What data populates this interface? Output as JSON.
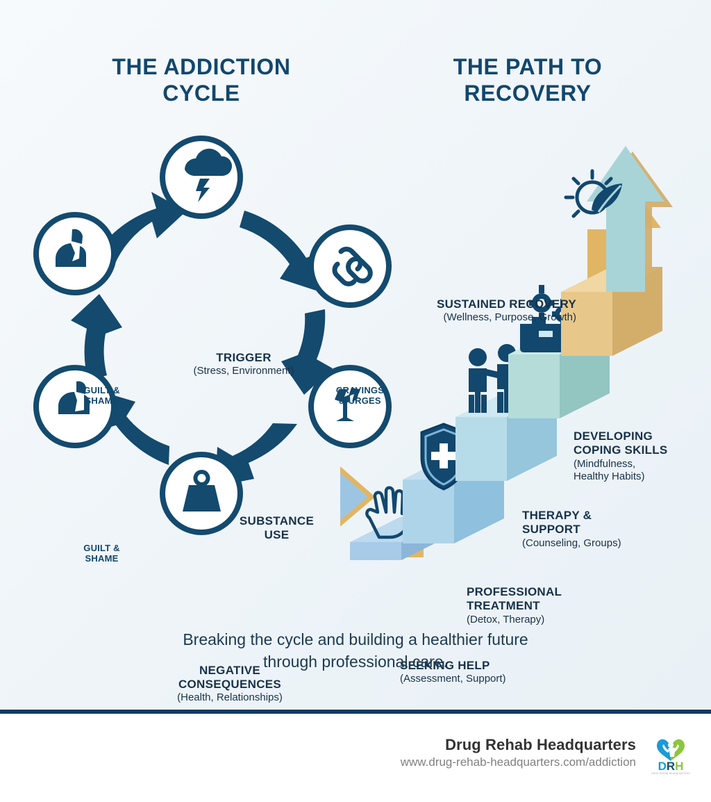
{
  "colors": {
    "deep_navy": "#12476e",
    "cycle_arrow": "#134a6e",
    "text_dark": "#17324a",
    "gold": "#e0b665",
    "step_light": "#a7cbe8",
    "step_mid": "#bcdcea",
    "step_teal": "#b5dcd8",
    "step_gold": "#e8c88a",
    "arrow_break": "#8fbedf",
    "divider": "#0d3c63",
    "footer_name": "#333333",
    "footer_url": "#808080",
    "logo_blue": "#1b9ad6",
    "logo_green": "#8cc63f",
    "logo_navy": "#16506e"
  },
  "left_panel": {
    "title_line1": "THE ADDICTION",
    "title_line2": "CYCLE",
    "nodes": [
      {
        "id": "trigger",
        "icon": "storm-cloud-icon",
        "label": ""
      },
      {
        "id": "cravings",
        "icon": "chain-link-icon",
        "label": "CRAVINGS\n& URGES"
      },
      {
        "id": "substance",
        "icon": "broken-glass-icon",
        "label": ""
      },
      {
        "id": "negative",
        "icon": "heavy-weight-icon",
        "label": ""
      },
      {
        "id": "guilt-2",
        "icon": "person-head-down-icon",
        "label": "GUILT &\nSHAME"
      },
      {
        "id": "guilt-1",
        "icon": "person-hands-face-icon",
        "label": "GUILT &\nSHAME"
      }
    ],
    "labels": {
      "trigger_head": "TRIGGER",
      "trigger_sub": "(Stress, Environment)",
      "substance_line1": "SUBSTANCE",
      "substance_line2": "USE",
      "negative_line1": "NEGATIVE",
      "negative_line2": "CONSEQUENCES",
      "negative_sub": "(Health, Relationships)",
      "cravings_line1": "CRAVINGS",
      "cravings_line2": "& URGES",
      "guilt_line1": "GUILT &",
      "guilt_line2": "SHAME"
    }
  },
  "right_panel": {
    "title_line1": "THE PATH TO",
    "title_line2": "RECOVERY",
    "steps": [
      {
        "id": "seeking-help",
        "head": "SEEKING HELP",
        "sub": "(Assessment, Support)",
        "icon": "helping-hands-icon",
        "color": "#a7cbe8"
      },
      {
        "id": "professional-treatment",
        "head_line1": "PROFESSIONAL",
        "head_line2": "TREATMENT",
        "sub": "(Detox, Therapy)",
        "icon": "medical-shield-icon",
        "color": "#aed4ea"
      },
      {
        "id": "therapy-support",
        "head_line1": "THERAPY &",
        "head_line2": "SUPPORT",
        "sub": "(Counseling, Groups)",
        "icon": "two-people-icon",
        "color": "#b7dce9"
      },
      {
        "id": "developing-coping-skills",
        "head_line1": "DEVELOPING",
        "head_line2": "COPING SKILLS",
        "sub_line1": "(Mindfulness,",
        "sub_line2": "Healthy Habits)",
        "icon": "toolbox-gears-icon",
        "color": "#b5dcd8"
      },
      {
        "id": "sustained-recovery",
        "head": "SUSTAINED RECOVERY",
        "sub": "(Wellness, Purpose, Growth)",
        "icon": "sun-leaf-icon",
        "color": "#e8c88a"
      }
    ],
    "transition_arrow": "breaking-cycle-arrow",
    "top_arrow": "upward-arrow"
  },
  "caption": {
    "line1": "Breaking the cycle and building a healthier future",
    "line2": "through professional care."
  },
  "footer": {
    "brand_name": "Drug Rehab Headquarters",
    "url": "www.drug-rehab-headquarters.com/addiction",
    "logo_text": "DRH",
    "logo_tagline": "DRUG REHAB HEADQUARTERS"
  }
}
